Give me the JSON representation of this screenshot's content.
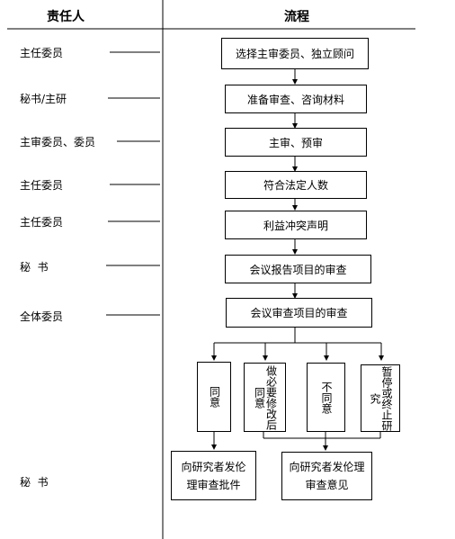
{
  "header": {
    "left": "责任人",
    "right": "流程"
  },
  "roles": [
    "主任委员",
    "秘书/主研",
    "主审委员、委员",
    "主任委员",
    "主任委员",
    "秘  书",
    "全体委员",
    "秘  书"
  ],
  "steps": [
    "选择主审委员、独立顾问",
    "准备审查、咨询材料",
    "主审、预审",
    "符合法定人数",
    "利益冲突声明",
    "会议报告项目的审查",
    "会议审查项目的审查"
  ],
  "decisions": [
    "同意",
    "做必要修改后同意",
    "不同意",
    "暂停或终止研究"
  ],
  "results": [
    "向研究者发伦理审查批件",
    "向研究者发伦理审查意见"
  ]
}
